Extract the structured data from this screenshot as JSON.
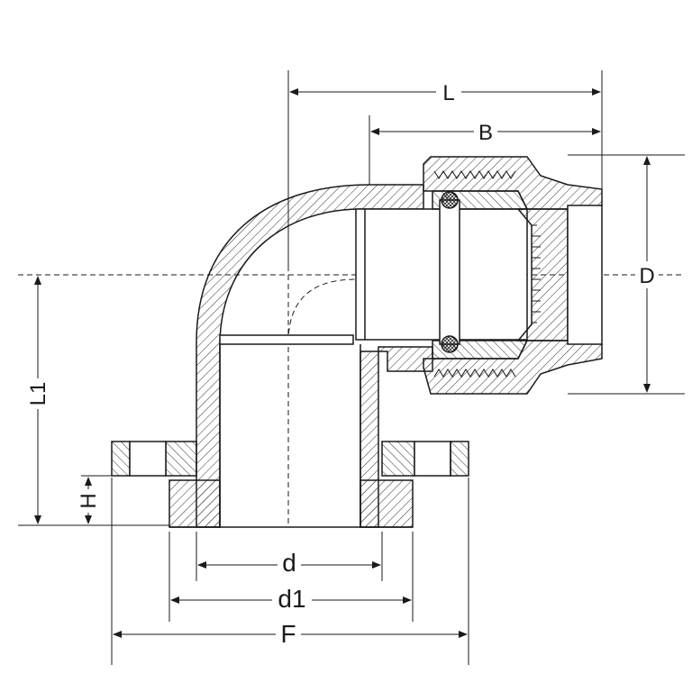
{
  "labels": {
    "L": "L",
    "B": "B",
    "D": "D",
    "L1": "L1",
    "H": "H",
    "d": "d",
    "d1": "d1",
    "F": "F"
  },
  "colors": {
    "line": "#1a1a1a",
    "hatch": "#333333",
    "background": "#ffffff"
  }
}
